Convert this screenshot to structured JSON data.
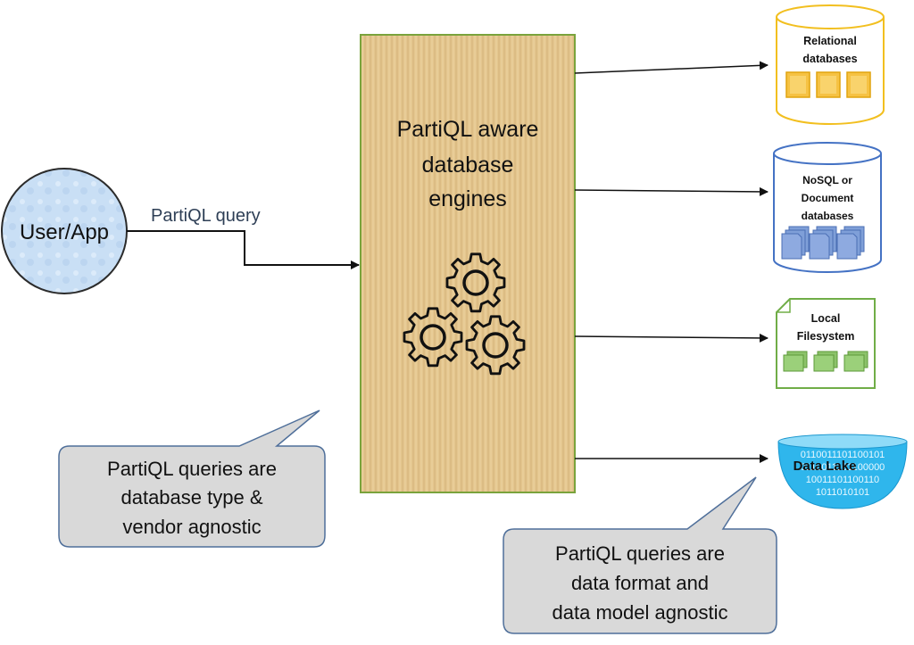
{
  "user": {
    "label": "User/App"
  },
  "query_label": "PartiQL query",
  "engine": {
    "lines": [
      "PartiQL aware",
      "database",
      "engines"
    ]
  },
  "targets": {
    "relational": {
      "lines": [
        "Relational",
        "databases"
      ]
    },
    "nosql": {
      "lines": [
        "NoSQL or",
        "Document",
        "databases"
      ]
    },
    "filesystem": {
      "lines": [
        "Local",
        "Filesystem"
      ]
    },
    "datalake": {
      "label": "Data Lake",
      "binary_lines": [
        "0110011101100101",
        "0110011101100000",
        "10011101100110",
        "1011010101"
      ]
    }
  },
  "callouts": {
    "left": {
      "lines": [
        "PartiQL queries are",
        "database type &",
        "vendor agnostic"
      ]
    },
    "right": {
      "lines": [
        "PartiQL queries are",
        "data format and",
        "data model agnostic"
      ]
    }
  },
  "icons": {
    "gears": "gear-icon",
    "relational_doc": "table-block-icon",
    "nosql_doc": "document-stack-icon",
    "fs_file": "file-stack-icon"
  },
  "colors": {
    "engine_fill": "#e2c48a",
    "engine_border": "#7aa33c",
    "user_fill": "#c9dff5",
    "relational": "#f7c31a",
    "nosql": "#4472c4",
    "filesystem": "#70ad47",
    "datalake": "#2fb6ec",
    "callout_fill": "#d9d9d9",
    "callout_border": "#4f6f9a"
  }
}
